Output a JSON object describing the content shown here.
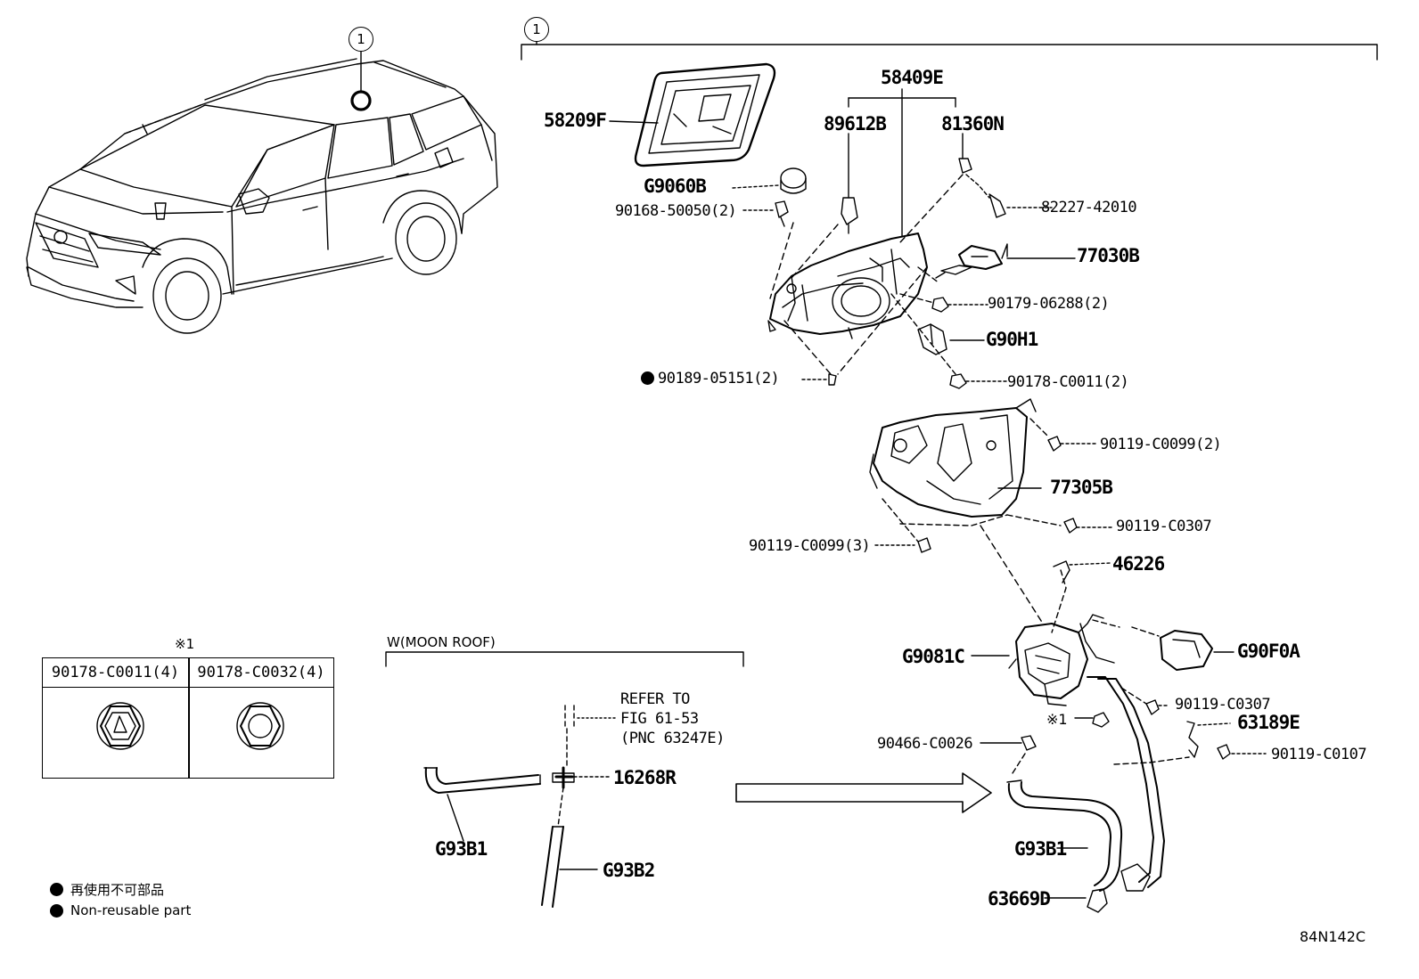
{
  "top_callout": "1",
  "assembly_callout": "1",
  "labels": {
    "p58409E": "58409E",
    "p58209F": "58209F",
    "p89612B": "89612B",
    "p81360N": "81360N",
    "pG9060B": "G9060B",
    "p90168": "90168-50050(2)",
    "p82227": "82227-42010",
    "p77030B": "77030B",
    "p90179": "90179-06288(2)",
    "pG90H1": "G90H1",
    "p90189": "90189-05151(2)",
    "p90178": "90178-C0011(2)",
    "p90119a": "90119-C0099(2)",
    "p77305B": "77305B",
    "p90119b": "90119-C0307",
    "p90119c": "90119-C0099(3)",
    "p46226": "46226",
    "pG9081C": "G9081C",
    "pG90F0A": "G90F0A",
    "p90119d": "90119-C0307",
    "pX1": "※1",
    "p63189E": "63189E",
    "p90466": "90466-C0026",
    "p90119e": "90119-C0107",
    "pG93B1r": "G93B1",
    "p63669D": "63669D"
  },
  "moonroof": {
    "title": "W(MOON ROOF)",
    "refer_line1": "REFER TO",
    "refer_line2": "FIG 61-53",
    "refer_line3": "(PNC 63247E)",
    "p16268R": "16268R",
    "pG93B1": "G93B1",
    "pG93B2": "G93B2"
  },
  "nut_table": {
    "note": "※1",
    "col1": "90178-C0011(4)",
    "col2": "90178-C0032(4)"
  },
  "legend": {
    "jp": "再使用不可部品",
    "en": "Non-reusable part"
  },
  "figure_code": "84N142C"
}
